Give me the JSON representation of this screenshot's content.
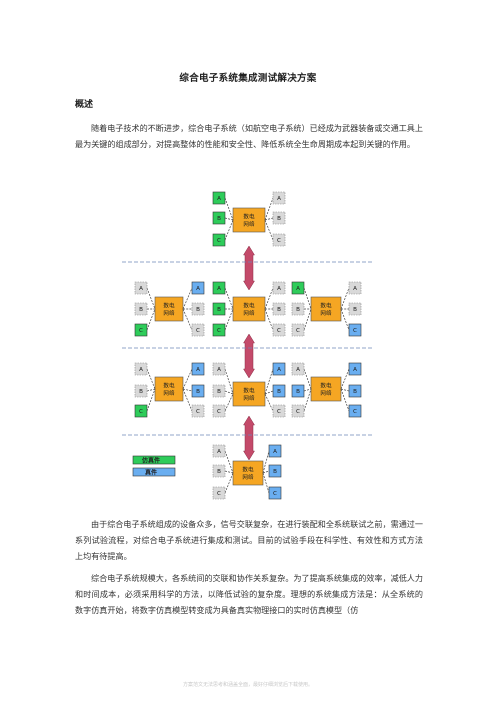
{
  "doc": {
    "title": "综合电子系统集成测试解决方案",
    "section_heading": "概述",
    "paragraphs": [
      "随着电子技术的不断进步，综合电子系统（如航空电子系统）已经成为武器装备或交通工具上最为关键的组成部分，对提高整体的性能和安全性、降低系统全生命周期成本起到关键的作用。",
      "由于综合电子系统组成的设备众多，信号交联复杂，在进行装配和全系统联试之前，需通过一系列试验流程，对综合电子系统进行集成和测试。目前的试验手段在科学性、有效性和方式方法上均有待提高。",
      "综合电子系统规模大，各系统间的交联和协作关系复杂。为了提高系统集成的效率，减低人力和时间成本，必须采用科学的方法，以降低试验的复杂度。理想的系统集成方法是：从全系统的数字仿真开始，将数字仿真模型转变成为具备真实物理接口的实时仿真模型（仿"
    ],
    "footer": "方案范文无法思考和涵盖全面，最好仔细浏览后下载使用。"
  },
  "diagram": {
    "network_label_line1": "数电",
    "network_label_line2": "网络",
    "node_labels": [
      "A",
      "B",
      "C"
    ],
    "legend": {
      "simulated": "仿真件",
      "real": "真件"
    },
    "colors": {
      "green": "#2ecc5a",
      "blue": "#6aaef0",
      "orange": "#f5a623",
      "grey": "#d9d9d9",
      "arrow": "#c44a6a",
      "divider": "#6e86b8"
    }
  }
}
